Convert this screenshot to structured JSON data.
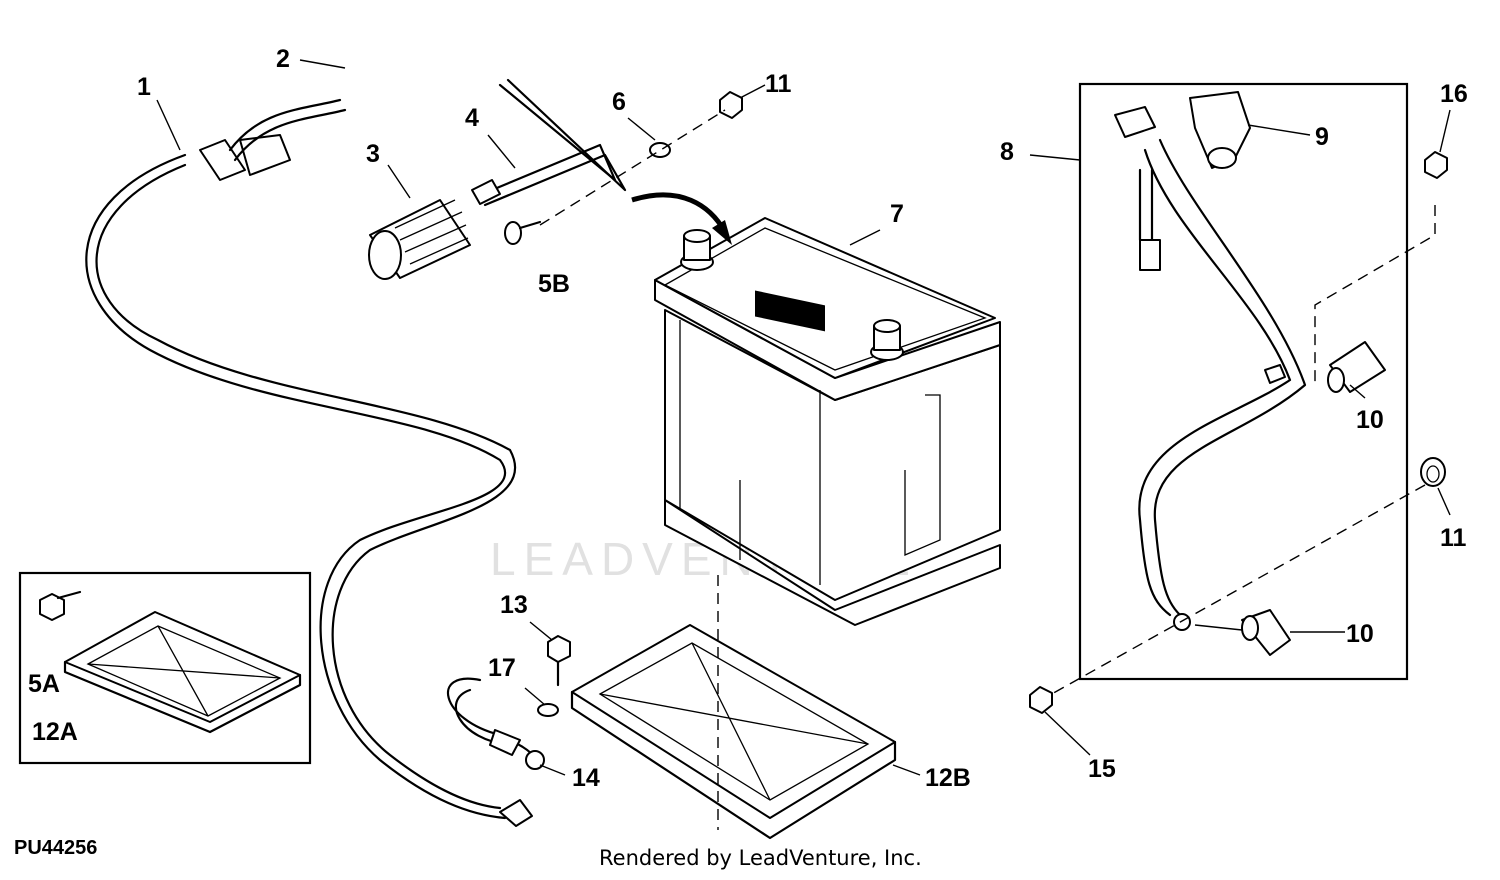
{
  "diagram": {
    "figure_id": "PU44256",
    "watermark": "LEADVENTURE",
    "caption": "Rendered by LeadVenture, Inc.",
    "callouts": [
      "1",
      "2",
      "3",
      "4",
      "5B",
      "6",
      "11",
      "7",
      "8",
      "9",
      "16",
      "10",
      "10",
      "11",
      "5A",
      "12A",
      "13",
      "17",
      "14",
      "12B",
      "15"
    ]
  }
}
